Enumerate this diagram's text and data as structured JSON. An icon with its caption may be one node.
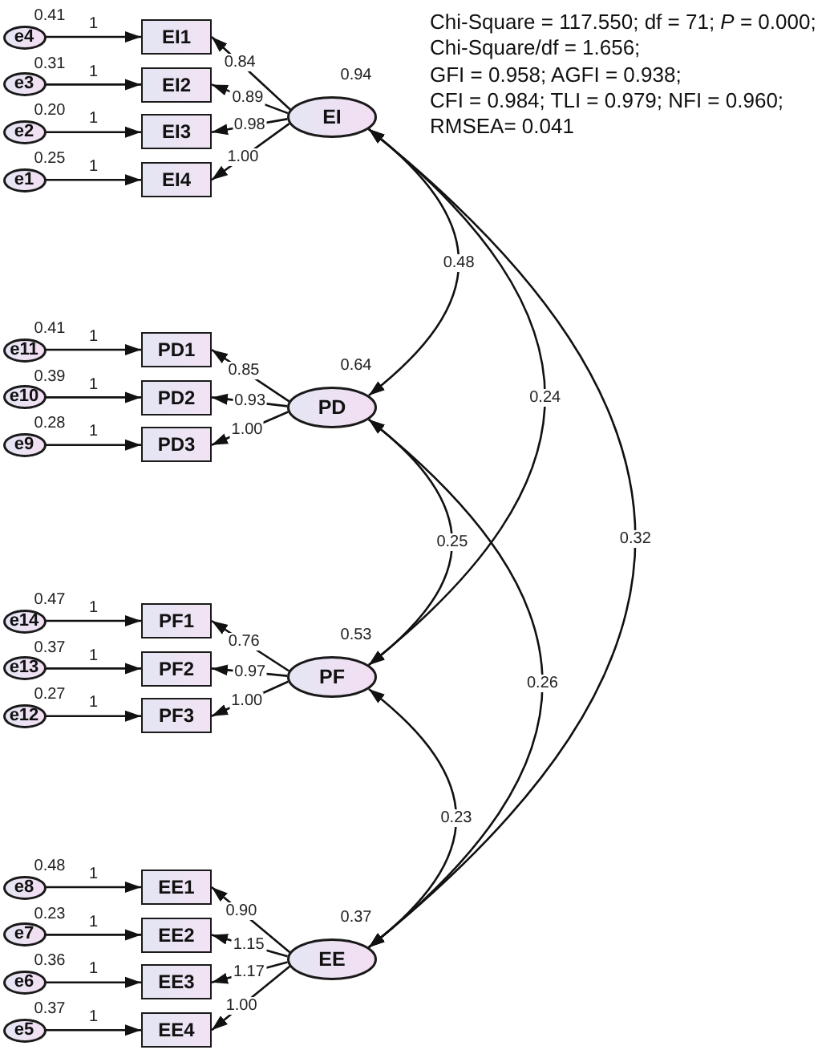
{
  "diagram": {
    "nodes": [
      {
        "text": [
          "e4"
        ],
        "beside": [
          "0.41"
        ]
      },
      {
        "text": [
          "EI1"
        ]
      },
      {
        "text": [
          "e3"
        ],
        "beside": [
          "0.31"
        ]
      },
      {
        "text": [
          "EI2"
        ]
      },
      {
        "text": [
          "e2"
        ],
        "beside": [
          "0.20"
        ]
      },
      {
        "text": [
          "EI3"
        ]
      },
      {
        "text": [
          "e1"
        ],
        "beside": [
          "0.25"
        ]
      },
      {
        "text": [
          "EI4"
        ]
      },
      {
        "text": [
          "EI"
        ],
        "beside": [
          "0.94"
        ]
      },
      {
        "text": [
          "e11"
        ],
        "beside": [
          "0.41"
        ]
      },
      {
        "text": [
          "PD1"
        ]
      },
      {
        "text": [
          "e10"
        ],
        "beside": [
          "0.39"
        ]
      },
      {
        "text": [
          "PD2"
        ]
      },
      {
        "text": [
          "e9"
        ],
        "beside": [
          "0.28"
        ]
      },
      {
        "text": [
          "PD3"
        ]
      },
      {
        "text": [
          "PD"
        ],
        "beside": [
          "0.64"
        ]
      },
      {
        "text": [
          "e14"
        ],
        "beside": [
          "0.47"
        ]
      },
      {
        "text": [
          "PF1"
        ]
      },
      {
        "text": [
          "e13"
        ],
        "beside": [
          "0.37"
        ]
      },
      {
        "text": [
          "PF2"
        ]
      },
      {
        "text": [
          "e12"
        ],
        "beside": [
          "0.27"
        ]
      },
      {
        "text": [
          "PF3"
        ]
      },
      {
        "text": [
          "PF"
        ],
        "beside": [
          "0.53"
        ]
      },
      {
        "text": [
          "e8"
        ],
        "beside": [
          "0.48"
        ]
      },
      {
        "text": [
          "EE1"
        ]
      },
      {
        "text": [
          "e7"
        ],
        "beside": [
          "0.23"
        ]
      },
      {
        "text": [
          "EE2"
        ]
      },
      {
        "text": [
          "e6"
        ],
        "beside": [
          "0.36"
        ]
      },
      {
        "text": [
          "EE3"
        ]
      },
      {
        "text": [
          "e5"
        ],
        "beside": [
          "0.37"
        ]
      },
      {
        "text": [
          "EE4"
        ]
      },
      {
        "text": [
          "EE"
        ],
        "beside": [
          "0.37"
        ]
      }
    ],
    "edges": [
      {
        "from": 0,
        "to": 1,
        "arrow": "to",
        "label": "1"
      },
      {
        "from": 2,
        "to": 3,
        "arrow": "to",
        "label": "1"
      },
      {
        "from": 4,
        "to": 5,
        "arrow": "to",
        "label": "1"
      },
      {
        "from": 6,
        "to": 7,
        "arrow": "to",
        "label": "1"
      },
      {
        "from": 8,
        "to": 1,
        "arrow": "to",
        "label": "0.84"
      },
      {
        "from": 8,
        "to": 3,
        "arrow": "to",
        "label": "0.89"
      },
      {
        "from": 8,
        "to": 5,
        "arrow": "to",
        "label": "0.98"
      },
      {
        "from": 8,
        "to": 7,
        "arrow": "to",
        "label": "1.00"
      },
      {
        "from": 9,
        "to": 10,
        "arrow": "to",
        "label": "1"
      },
      {
        "from": 11,
        "to": 12,
        "arrow": "to",
        "label": "1"
      },
      {
        "from": 13,
        "to": 14,
        "arrow": "to",
        "label": "1"
      },
      {
        "from": 15,
        "to": 10,
        "arrow": "to",
        "label": "0.85"
      },
      {
        "from": 15,
        "to": 12,
        "arrow": "to",
        "label": "0.93"
      },
      {
        "from": 15,
        "to": 14,
        "arrow": "to",
        "label": "1.00"
      },
      {
        "from": 16,
        "to": 17,
        "arrow": "to",
        "label": "1"
      },
      {
        "from": 18,
        "to": 19,
        "arrow": "to",
        "label": "1"
      },
      {
        "from": 20,
        "to": 21,
        "arrow": "to",
        "label": "1"
      },
      {
        "from": 22,
        "to": 17,
        "arrow": "to",
        "label": "0.76"
      },
      {
        "from": 22,
        "to": 19,
        "arrow": "to",
        "label": "0.97"
      },
      {
        "from": 22,
        "to": 21,
        "arrow": "to",
        "label": "1.00"
      },
      {
        "from": 23,
        "to": 24,
        "arrow": "to",
        "label": "1"
      },
      {
        "from": 25,
        "to": 26,
        "arrow": "to",
        "label": "1"
      },
      {
        "from": 27,
        "to": 28,
        "arrow": "to",
        "label": "1"
      },
      {
        "from": 29,
        "to": 30,
        "arrow": "to",
        "label": "1"
      },
      {
        "from": 31,
        "to": 24,
        "arrow": "to",
        "label": "0.90"
      },
      {
        "from": 31,
        "to": 26,
        "arrow": "to",
        "label": "1.15"
      },
      {
        "from": 31,
        "to": 28,
        "arrow": "to",
        "label": "1.17"
      },
      {
        "from": 31,
        "to": 30,
        "arrow": "to",
        "label": "1.00"
      },
      {
        "from": 8,
        "to": 15,
        "arrow": "both",
        "label": "0.48"
      },
      {
        "from": 8,
        "to": 22,
        "arrow": "both",
        "label": "0.24"
      },
      {
        "from": 8,
        "to": 31,
        "arrow": "both",
        "label": "0.32"
      },
      {
        "from": 15,
        "to": 22,
        "arrow": "both",
        "label": "0.25"
      },
      {
        "from": 15,
        "to": 31,
        "arrow": "both",
        "label": "0.26"
      },
      {
        "from": 22,
        "to": 31,
        "arrow": "both",
        "label": "0.23"
      }
    ],
    "labels": [
      "Chi-Square = 117.550; df = 71; *P* = 0.000;",
      "Chi-Square/df = 1.656;",
      "GFI = 0.958; AGFI = 0.938;",
      "CFI = 0.984; TLI = 0.979; NFI = 0.960;",
      "RMSEA= 0.041"
    ]
  }
}
